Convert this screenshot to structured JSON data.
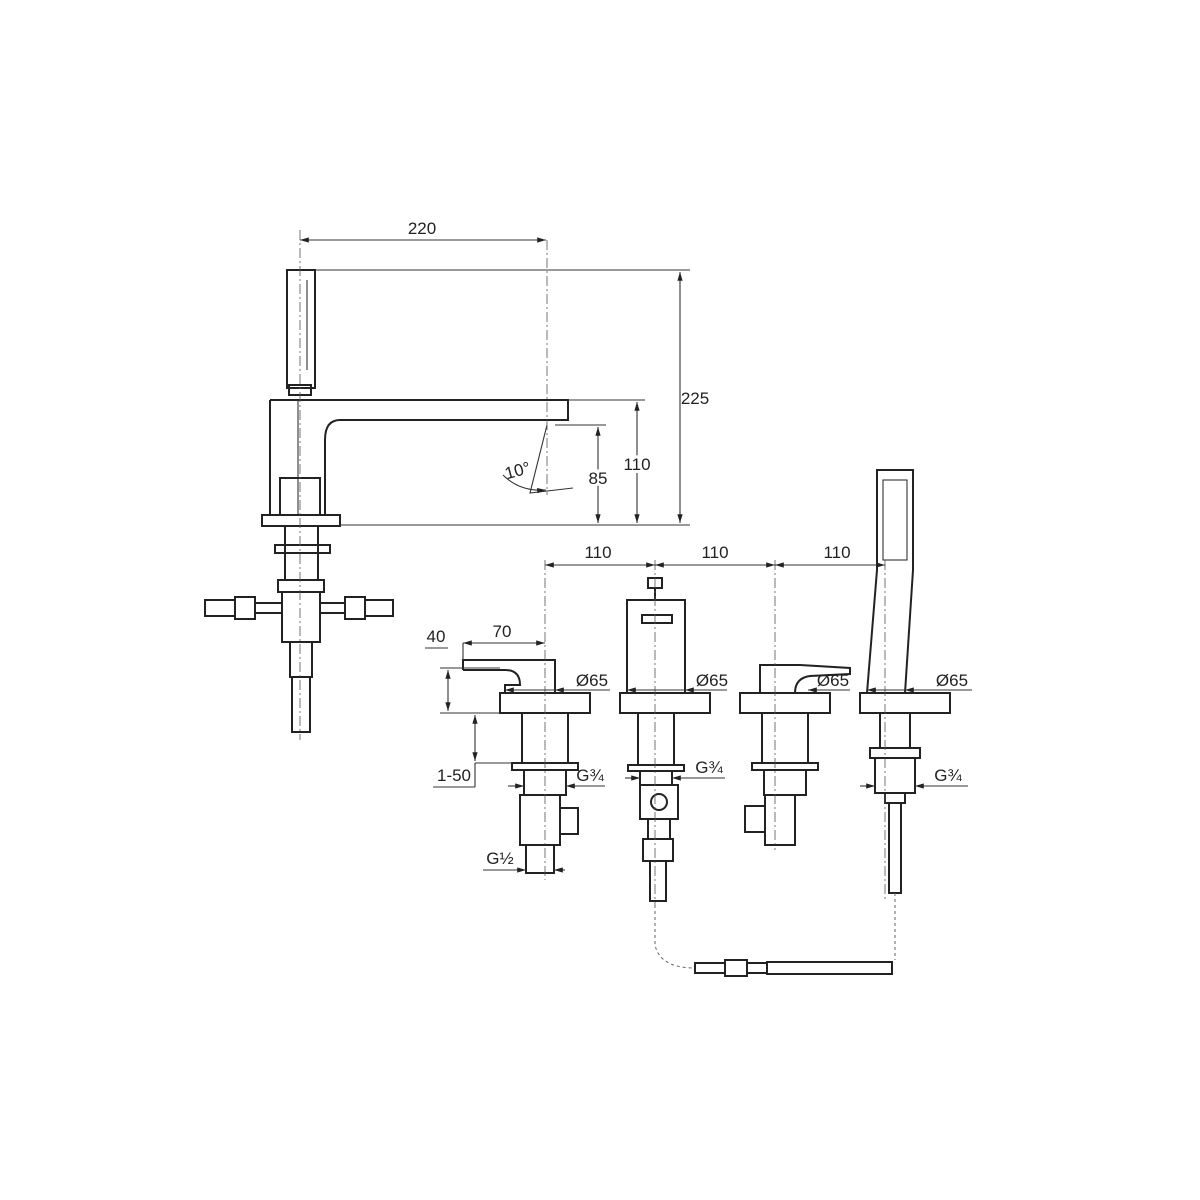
{
  "drawing": {
    "top_view": {
      "spout_reach": "220",
      "total_height": "225",
      "spout_height": "110",
      "outlet_height": "85",
      "swivel_angle": "10°"
    },
    "bottom_view": {
      "spacing_1": "110",
      "spacing_2": "110",
      "spacing_3": "110",
      "lever_height": "40",
      "lever_length": "70",
      "deck_thickness": "1-50",
      "diameter_1": "Ø65",
      "diameter_2": "Ø65",
      "diameter_3": "Ø65",
      "diameter_4": "Ø65",
      "thread_1": "G¾",
      "thread_2": "G¾",
      "thread_3": "G¾",
      "thread_outlet": "G½"
    }
  }
}
